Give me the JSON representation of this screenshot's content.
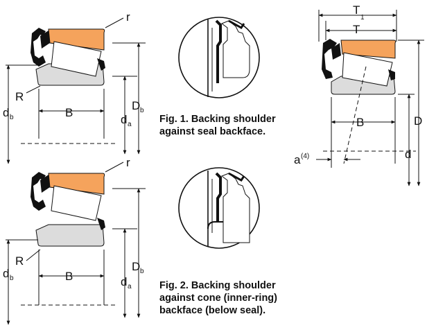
{
  "figure1": {
    "caption_line1": "Fig. 1. Backing shoulder",
    "caption_line2": "against seal backface."
  },
  "figure2": {
    "caption_line1": "Fig. 2. Backing shoulder",
    "caption_line2": "against cone (inner-ring)",
    "caption_line3": "backface (below seal)."
  },
  "labels": {
    "r": "r",
    "R": "R",
    "d": "d",
    "d_sub_b": "b",
    "d_sub_a": "a",
    "D": "D",
    "D_sub_b": "b",
    "B": "B",
    "T": "T",
    "T1": "T",
    "T1_sub": "1",
    "a": "a",
    "a_sup": "(4)"
  },
  "colors": {
    "cup_fill": "#f5a35c",
    "cone_fill": "#dcdcdc",
    "roller_fill": "#ffffff",
    "seal_fill": "#111111"
  }
}
